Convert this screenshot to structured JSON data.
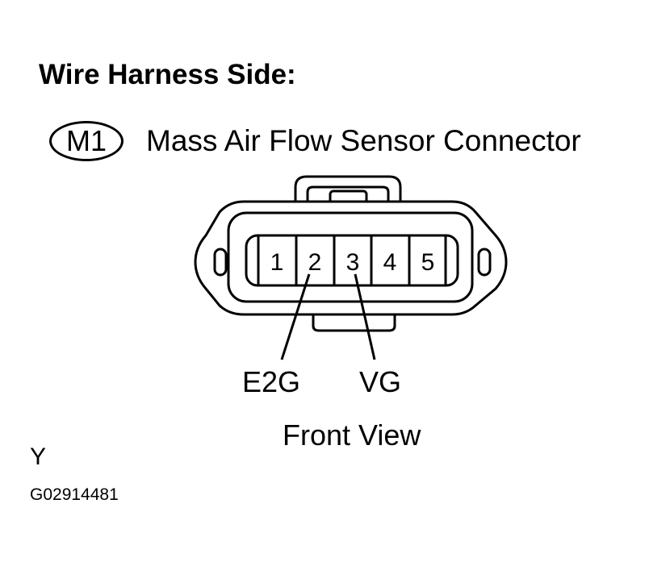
{
  "heading": "Wire Harness Side:",
  "connector": {
    "id": "M1",
    "name": "Mass Air Flow Sensor Connector",
    "pins": [
      "1",
      "2",
      "3",
      "4",
      "5"
    ],
    "callouts": [
      {
        "pin": "2",
        "label": "E2G"
      },
      {
        "pin": "3",
        "label": "VG"
      }
    ]
  },
  "view_label": "Front View",
  "code": "Y",
  "figure_id": "G02914481"
}
